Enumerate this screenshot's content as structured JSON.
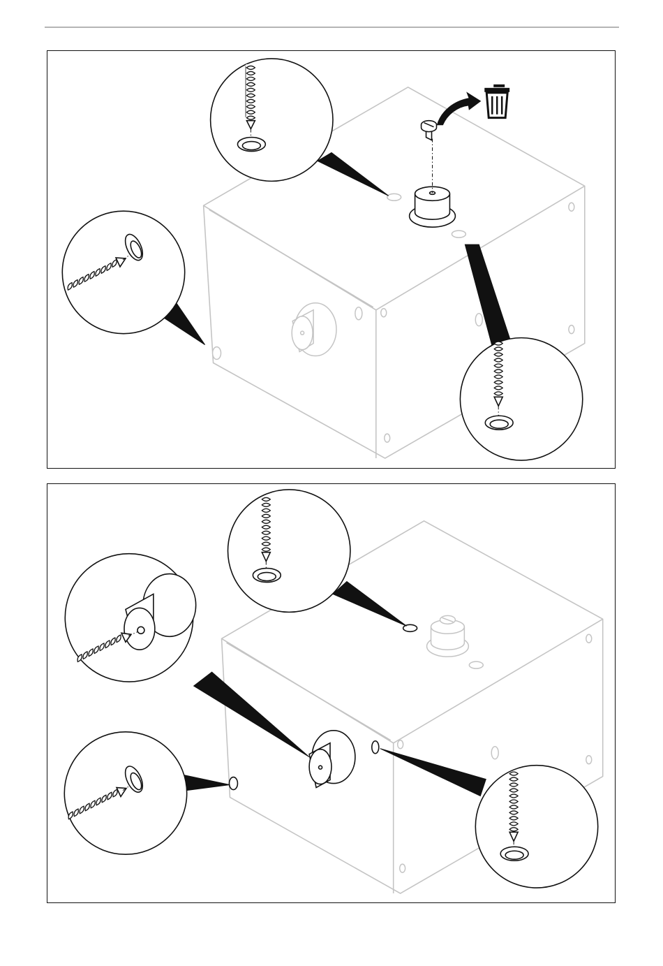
{
  "page": {
    "rule_color": "#b5b5b5",
    "ink_color": "#111111",
    "box_outline_color": "#c4c4c4"
  },
  "panels": [
    {
      "name": "panel-1",
      "icons": [
        "screw-removal-arrow-icon",
        "trash-bin-icon",
        "screw-icon"
      ],
      "callouts": [
        "top-hole-detail",
        "side-hole-detail",
        "front-hole-detail"
      ]
    },
    {
      "name": "panel-2",
      "icons": [
        "screw-icon"
      ],
      "callouts": [
        "top-hole-detail",
        "port-fitting-detail",
        "side-hole-detail",
        "corner-hole-detail"
      ]
    }
  ]
}
